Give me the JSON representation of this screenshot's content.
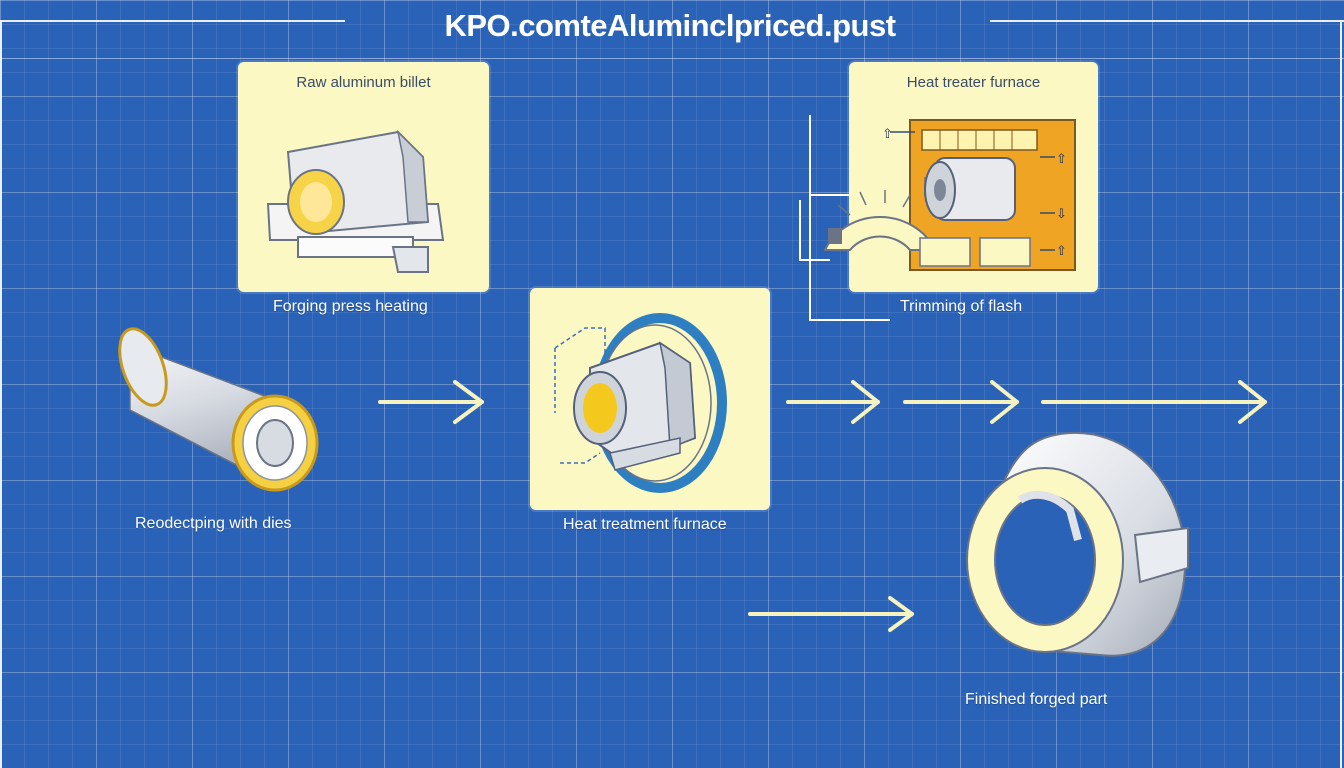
{
  "header": {
    "title": "KPO.comteAluminclpriced.pust"
  },
  "steps": {
    "raw_billet": {
      "label": "Raw aluminum billet"
    },
    "forging_press": {
      "label": "Forging press heating"
    },
    "heat_treater": {
      "label": "Heat treater furnace"
    },
    "trimming": {
      "label": "Trimming of flash"
    },
    "redecting": {
      "label": "Reodectping with dies"
    },
    "heat_treatment": {
      "label": "Heat treatment furnace"
    },
    "finished": {
      "label": "Finished forged part"
    }
  },
  "callouts": [
    "⇧",
    "⇧",
    "⇩",
    "⇧"
  ],
  "colors": {
    "background": "#2a62b8",
    "card": "#fbf8c4",
    "arrow": "#f6f3c0",
    "metal": "#d9dde4",
    "accent_yellow": "#f2c21a",
    "furnace_orange": "#f0a423"
  }
}
